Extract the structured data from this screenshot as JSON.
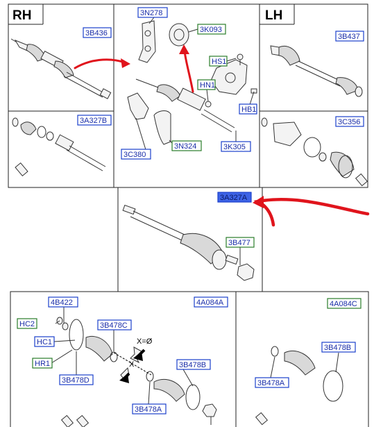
{
  "sides": {
    "rh": "RH",
    "lh": "LH"
  },
  "labels": {
    "l_3n278": "3N278",
    "l_3k093": "3K093",
    "l_3b436": "3B436",
    "l_3b437": "3B437",
    "l_hs1": "HS1",
    "l_hn1": "HN1",
    "l_hb1": "HB1",
    "l_3a327b": "3A327B",
    "l_3c356": "3C356",
    "l_3c380": "3C380",
    "l_3n324": "3N324",
    "l_3k305": "3K305",
    "l_3a327a": "3A327A",
    "l_3b477": "3B477",
    "l_4b422": "4B422",
    "l_4a084a": "4A084A",
    "l_4a084c": "4A084C",
    "l_hc2": "HC2",
    "l_3b478c": "3B478C",
    "l_hc1": "HC1",
    "l_hr1": "HR1",
    "l_3b478d": "3B478D",
    "l_3b478b_mid": "3B478B",
    "l_3b478a_mid": "3B478A",
    "l_3b478b_right": "3B478B",
    "l_3b478a_right": "3B478A"
  },
  "annotations": {
    "x_equals_empty": "X=Ø",
    "x_mark": "X"
  },
  "colors": {
    "highlight": "#3d63e6",
    "arrow": "#e0141c",
    "label_blue": "#1a3fcc",
    "label_green": "#2a7d2a"
  }
}
